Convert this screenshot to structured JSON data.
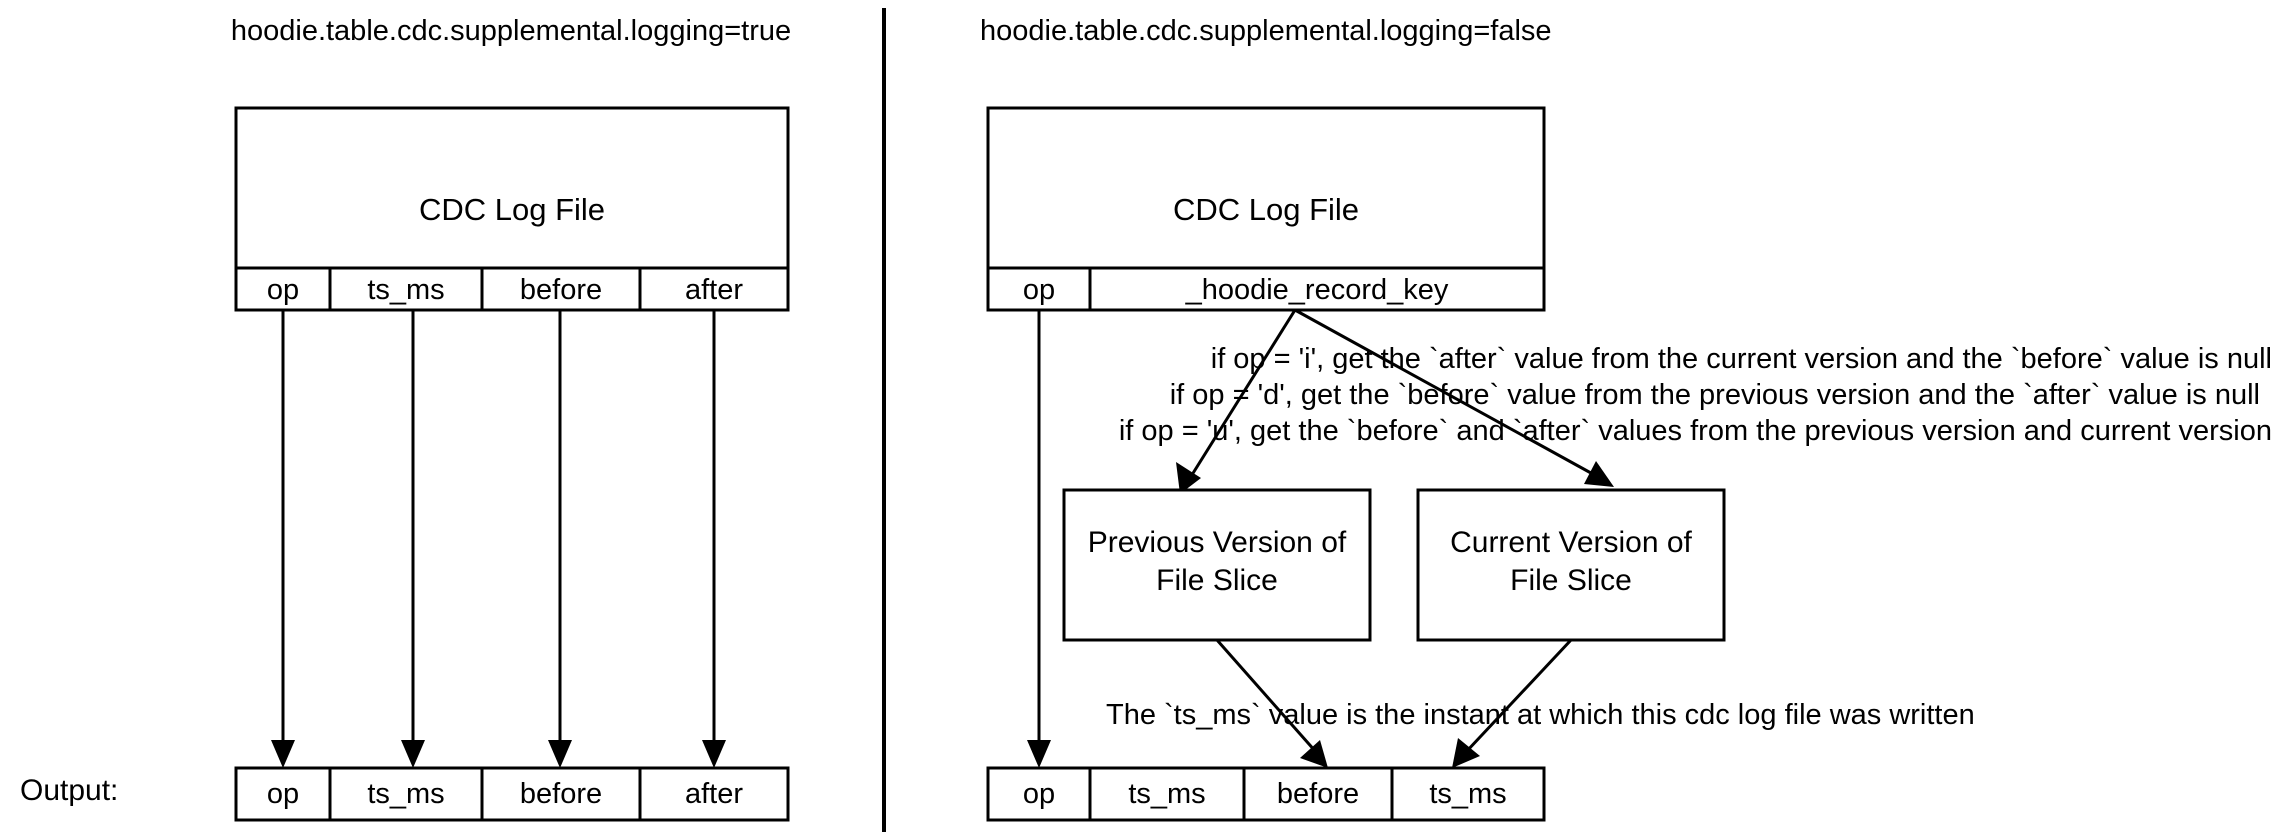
{
  "diagram": {
    "title_left": "hoodie.table.cdc.supplemental.logging=true",
    "title_right": "hoodie.table.cdc.supplemental.logging=false",
    "output_label": "Output:",
    "left_panel": {
      "log_file": {
        "title": "CDC Log File",
        "columns": [
          "op",
          "ts_ms",
          "before",
          "after"
        ]
      },
      "output_row": {
        "columns": [
          "op",
          "ts_ms",
          "before",
          "after"
        ]
      }
    },
    "right_panel": {
      "log_file": {
        "title": "CDC Log File",
        "columns": [
          "op",
          "_hoodie_record_key"
        ]
      },
      "notes": [
        "if op = 'i', get the `after` value from the current version and the `before` value is null",
        "if op = 'd', get the `before` value from the previous version  and the `after` value is null",
        "if op = 'u', get the `before` and `after` values from the previous version and current version"
      ],
      "previous_version_box": {
        "line1": "Previous Version of",
        "line2": "File Slice"
      },
      "current_version_box": {
        "line1": "Current Version of",
        "line2": "File Slice"
      },
      "ts_note": "The `ts_ms` value is the instant at which this cdc log file was written",
      "output_row": {
        "columns": [
          "op",
          "ts_ms",
          "before",
          "ts_ms"
        ]
      }
    },
    "colors": {
      "stroke": "#000000",
      "fill": "#ffffff",
      "text": "#000000"
    }
  }
}
